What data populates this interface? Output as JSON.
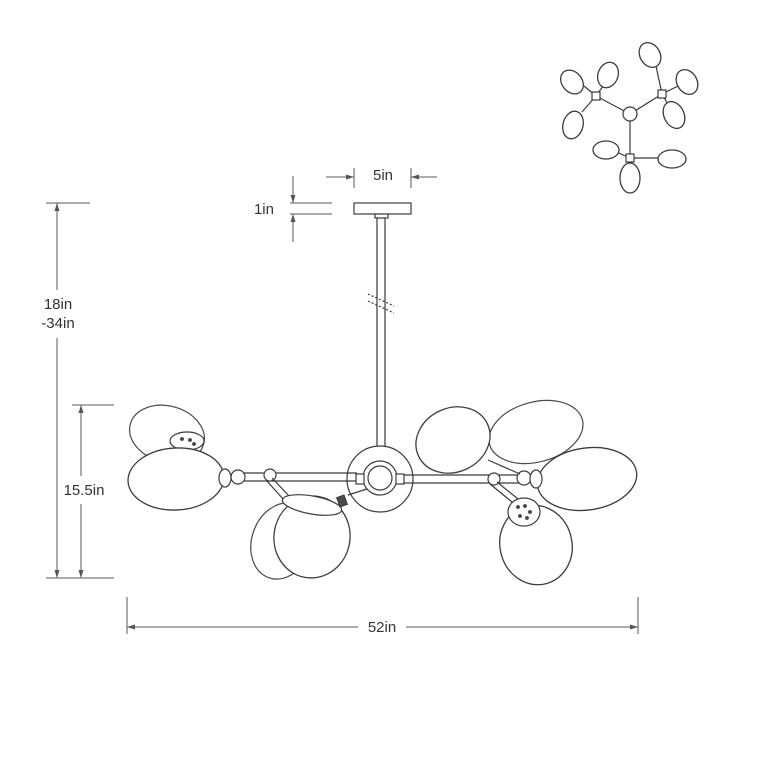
{
  "dimensions": {
    "canopy_width": "5in",
    "canopy_height": "1in",
    "overall_height_line1": "18in",
    "overall_height_line2": "-34in",
    "fixture_height": "15.5in",
    "fixture_width": "52in"
  }
}
